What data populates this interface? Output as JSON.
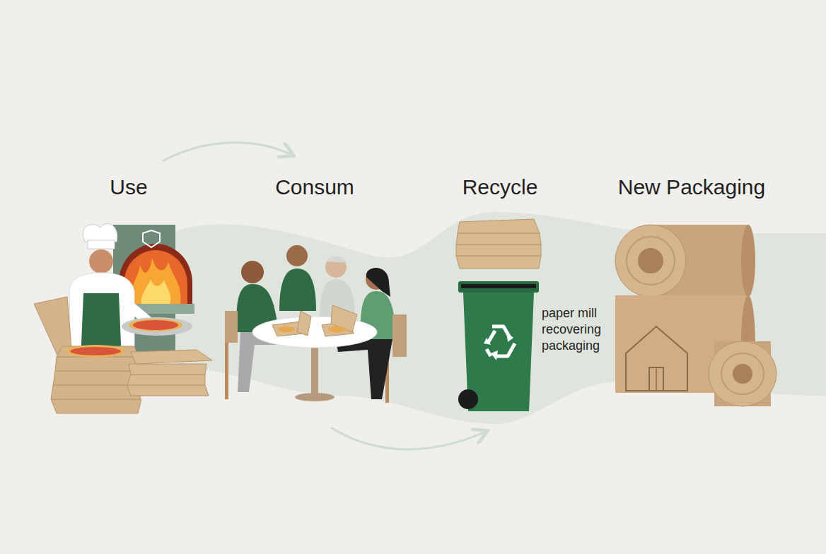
{
  "diagram": {
    "labels": [
      "Use",
      "Consum",
      "Recycle",
      "New Packaging",
      "paper mill recovering packaging"
    ]
  }
}
